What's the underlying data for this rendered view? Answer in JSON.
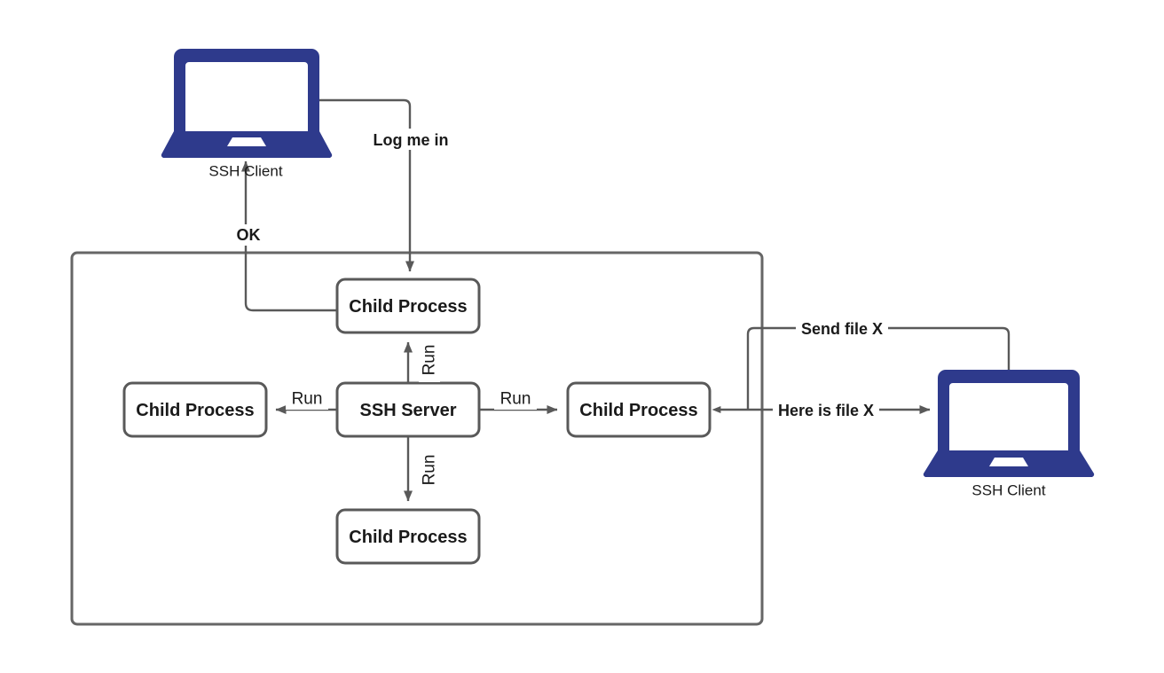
{
  "diagram": {
    "title": "SSH Server child process architecture",
    "colors": {
      "laptop": "#2E3A8C",
      "box_stroke": "#595959",
      "container_stroke": "#666666",
      "connector": "#595959",
      "text": "#1a1a1a",
      "background": "#ffffff"
    },
    "nodes": {
      "client_top": {
        "caption": "SSH Client",
        "icon": "laptop-icon"
      },
      "client_right": {
        "caption": "SSH Client",
        "icon": "laptop-icon"
      },
      "server": {
        "label": "SSH Server"
      },
      "child_top": {
        "label": "Child Process"
      },
      "child_left": {
        "label": "Child Process"
      },
      "child_right": {
        "label": "Child Process"
      },
      "child_bottom": {
        "label": "Child Process"
      }
    },
    "edges": {
      "login": {
        "label": "Log me in",
        "from": "client_top",
        "to": "child_top"
      },
      "ok": {
        "label": "OK",
        "from": "child_top",
        "to": "client_top"
      },
      "run_top": {
        "label": "Run",
        "from": "server",
        "to": "child_top"
      },
      "run_left": {
        "label": "Run",
        "from": "server",
        "to": "child_left"
      },
      "run_right": {
        "label": "Run",
        "from": "server",
        "to": "child_right"
      },
      "run_bottom": {
        "label": "Run",
        "from": "server",
        "to": "child_bottom"
      },
      "send_file": {
        "label": "Send file X",
        "from": "child_right",
        "to": "client_right"
      },
      "here_is_file": {
        "label": "Here is file X",
        "from": "client_right",
        "to": "child_right"
      }
    }
  }
}
